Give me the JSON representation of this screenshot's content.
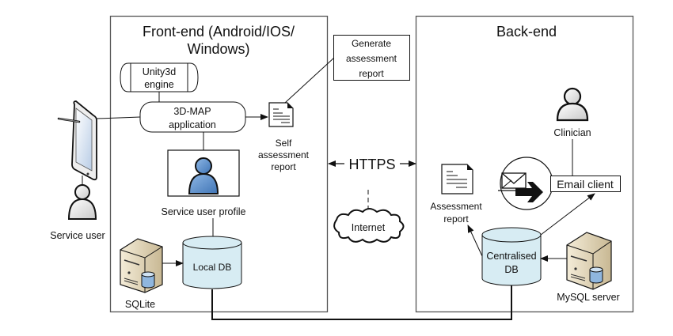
{
  "frontend": {
    "title_line1": "Front-end (Android/IOS/",
    "title_line2": "Windows)",
    "unity": {
      "line1": "Unity3d",
      "line2": "engine"
    },
    "app": {
      "line1": "3D-MAP",
      "line2": "application"
    },
    "profile_label": "Service user profile",
    "local_db_label": "Local DB",
    "sqlite_label": "SQLite",
    "self_report": {
      "line1": "Self",
      "line2": "assessment",
      "line3": "report"
    }
  },
  "generate_box": {
    "line1": "Generate",
    "line2": "assessment",
    "line3": "report"
  },
  "service_user_label": "Service user",
  "connection": {
    "https_label": "HTTPS",
    "internet_label": "Internet"
  },
  "backend": {
    "title": "Back-end",
    "clinician_label": "Clinician",
    "email_client_label": "Email client",
    "assessment_report": {
      "line1": "Assessment",
      "line2": "report"
    },
    "central_db": {
      "line1": "Centralised",
      "line2": "DB"
    },
    "mysql_label": "MySQL server"
  },
  "colors": {
    "db_fill": "#d7ecf3",
    "profile_user": "#5b8fcb",
    "person_gray": "#e2e2e2",
    "server_beige": "#e6dcc5"
  }
}
